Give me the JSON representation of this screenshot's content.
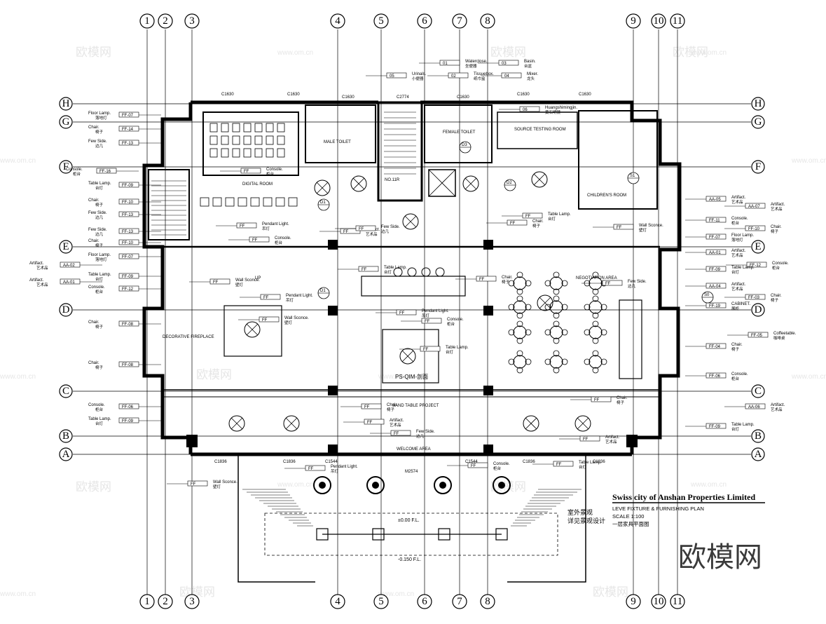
{
  "axes": {
    "vertical": [
      "1",
      "2",
      "3",
      "4",
      "5",
      "6",
      "7",
      "8",
      "9",
      "10",
      "11"
    ],
    "horizontal": [
      "H",
      "G",
      "F",
      "E",
      "D",
      "C",
      "B",
      "A"
    ]
  },
  "title_block": {
    "title": "Swiss city of Anshan Properties Limited",
    "line1": "LEVE   FIXTURE & FURNISHING PLAN",
    "line2": "SCALE 1:100",
    "line3": "一层家具平面图"
  },
  "watermark": {
    "logo_cn": "欧模网",
    "url": "www.om.cn",
    "big": "欧模网"
  },
  "rooms": {
    "digital_room": "DIGITAL ROOM",
    "male_toilet": "MALE TOILET",
    "female_toilet": "FEMALE TOILET",
    "source_testing": "SOURCE TESTING ROOM",
    "children_room": "CHILDREN'S ROOM",
    "fireplace": "DECORATIVE FIREPLACE",
    "sand_table": "SAND TABLE PROJECT",
    "welcome": "WELCOME AREA",
    "negotiation": "NEGOTIATION AREA",
    "model": "PS-QIM-剖面",
    "up_label": "UP",
    "stair_no": "NO.11R",
    "elev1": "±0.00 F.L.",
    "elev2": "-0.150 F.L.",
    "overhang": "室外景观",
    "overhang2": "详见景观设计"
  },
  "doors": [
    "C1630",
    "C1630",
    "C1630",
    "C2774",
    "C1630",
    "C1630",
    "C1630",
    "C1836",
    "C1836",
    "C1544",
    "M2574",
    "C1544",
    "C1836",
    "C1836"
  ],
  "left_callouts": [
    {
      "en": "Floor Lamp.",
      "cn": "落地灯",
      "code": "FF-07"
    },
    {
      "en": "Chair.",
      "cn": "椅子",
      "code": "FF-14"
    },
    {
      "en": "Few Side.",
      "cn": "边几",
      "code": "FF-13"
    },
    {
      "en": "Console.",
      "cn": "柜台",
      "code": "FF-16"
    },
    {
      "en": "Table Lamp.",
      "cn": "台灯",
      "code": "FF-09"
    },
    {
      "en": "Chair.",
      "cn": "椅子",
      "code": "FF-10"
    },
    {
      "en": "Few Side.",
      "cn": "边几",
      "code": "FF-13"
    },
    {
      "en": "Few Side.",
      "cn": "边几",
      "code": "FF-13"
    },
    {
      "en": "Chair.",
      "cn": "椅子",
      "code": "FF-10"
    },
    {
      "en": "Floor Lamp.",
      "cn": "落地灯",
      "code": "FF-07"
    },
    {
      "en": "Artifact.",
      "cn": "艺术品",
      "code": "AA-02"
    },
    {
      "en": "Table Lamp.",
      "cn": "台灯",
      "code": "FF-09"
    },
    {
      "en": "Artifact.",
      "cn": "艺术品",
      "code": "AA-01"
    },
    {
      "en": "Console.",
      "cn": "柜台",
      "code": "FF-12"
    },
    {
      "en": "Chair.",
      "cn": "椅子",
      "code": "FF-08"
    },
    {
      "en": "Chair.",
      "cn": "椅子",
      "code": "FF-08"
    },
    {
      "en": "Console.",
      "cn": "柜台",
      "code": "FF-06"
    },
    {
      "en": "Table Lamp.",
      "cn": "台灯",
      "code": "FF-09"
    }
  ],
  "right_callouts": [
    {
      "en": "Artifact.",
      "cn": "艺术品",
      "code": "AA-05"
    },
    {
      "en": "Artifact.",
      "cn": "艺术品",
      "code": "AA-07"
    },
    {
      "en": "Console.",
      "cn": "柜台",
      "code": "FF-11"
    },
    {
      "en": "Chair.",
      "cn": "椅子",
      "code": "FF-10"
    },
    {
      "en": "Floor Lamp.",
      "cn": "落地灯",
      "code": "FF-07"
    },
    {
      "en": "Artifact.",
      "cn": "艺术品",
      "code": "AA-01"
    },
    {
      "en": "Console.",
      "cn": "柜台",
      "code": "FF-12"
    },
    {
      "en": "Table Lamp.",
      "cn": "台灯",
      "code": "FF-09"
    },
    {
      "en": "Artifact.",
      "cn": "艺术品",
      "code": "AA-04"
    },
    {
      "en": "Chair.",
      "cn": "椅子",
      "code": "FF-03"
    },
    {
      "en": "CABINET.",
      "cn": "展柜",
      "code": "FF-19"
    },
    {
      "en": "Coffeetable.",
      "cn": "咖啡桌",
      "code": "FF-05"
    },
    {
      "en": "Chair.",
      "cn": "椅子",
      "code": "FF-04"
    },
    {
      "en": "Console.",
      "cn": "柜台",
      "code": "FF-06"
    },
    {
      "en": "Artifact.",
      "cn": "艺术品",
      "code": "AA-06"
    },
    {
      "en": "Table Lamp.",
      "cn": "台灯",
      "code": "FF-09"
    }
  ],
  "top_callouts": [
    {
      "en": "Urinals.",
      "cn": "小便器",
      "code": "05"
    },
    {
      "en": "Waterclose.",
      "cn": "坐便器",
      "code": "01"
    },
    {
      "en": "Tissuebox.",
      "cn": "纸巾盒",
      "code": "02"
    },
    {
      "en": "Basin.",
      "cn": "台盆",
      "code": "03"
    },
    {
      "en": "Mixer.",
      "cn": "龙头",
      "code": "04"
    },
    {
      "en": "Huangshimingjin.",
      "cn": "黄石明镜",
      "code": "06"
    }
  ],
  "inner_callouts": [
    {
      "en": "Wall Sconce.",
      "cn": "壁灯"
    },
    {
      "en": "Pendant Light.",
      "cn": "吊灯"
    },
    {
      "en": "Console.",
      "cn": "柜台"
    },
    {
      "en": "Table Lamp.",
      "cn": "台灯"
    },
    {
      "en": "Chair.",
      "cn": "椅子"
    },
    {
      "en": "Artifact.",
      "cn": "艺术品"
    },
    {
      "en": "Few Side.",
      "cn": "边几"
    }
  ],
  "section_marks": [
    "D1",
    "D2",
    "D3",
    "S1",
    "S0"
  ]
}
